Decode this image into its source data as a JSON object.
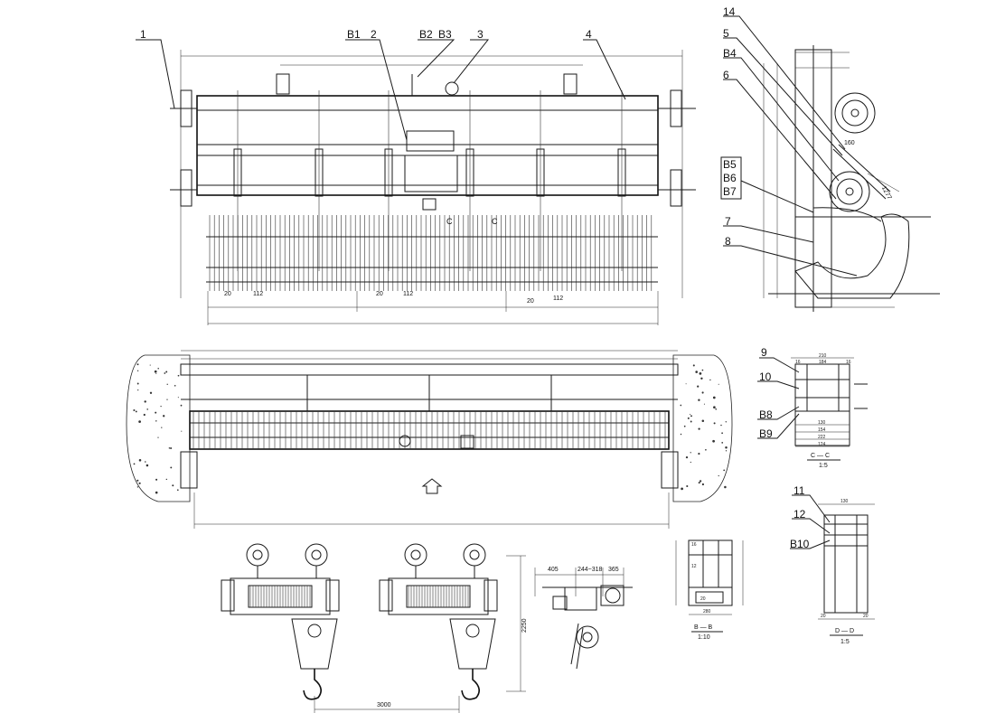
{
  "labels": {
    "l1": "1",
    "l2": "2",
    "l3": "3",
    "l4": "4",
    "l5": "5",
    "l6": "6",
    "l7": "7",
    "l8": "8",
    "l9": "9",
    "l10": "10",
    "l11": "11",
    "l12": "12",
    "l14": "14",
    "b1": "B1",
    "b2": "B2",
    "b3": "B3",
    "b4": "B4",
    "b5": "B5",
    "b6": "B6",
    "b7": "B7",
    "b8": "B8",
    "b9": "B9",
    "b10": "B10"
  },
  "dimensions": {
    "hoist_span": "3000",
    "hoist_height": "2250",
    "trolley_w1": "405",
    "trolley_w2": "244~318",
    "trolley_w3": "365",
    "spacing_20a": "20",
    "spacing_112a": "112",
    "spacing_20b": "20",
    "spacing_112b": "112",
    "spacing_20c": "20",
    "spacing_112c": "112",
    "side_dim_1277": "1277",
    "side_dim_160": "160",
    "cc_210": "210",
    "cc_184": "184",
    "cc_16a": "16",
    "cc_16b": "16",
    "cc_130": "130",
    "cc_154": "154",
    "cc_222": "222",
    "cc_124": "124",
    "dd_130": "130",
    "dd_20a": "20",
    "dd_20b": "20",
    "bb_20": "20",
    "bb_280": "280",
    "bb_12": "12",
    "bb_16": "16"
  },
  "sections": {
    "cc_title": "C — C",
    "cc_scale": "1:5",
    "bb_title": "B — B",
    "bb_scale": "1:10",
    "dd_title": "D — D",
    "dd_scale": "1:5",
    "c_mark_left": "C",
    "c_mark_right": "C"
  }
}
